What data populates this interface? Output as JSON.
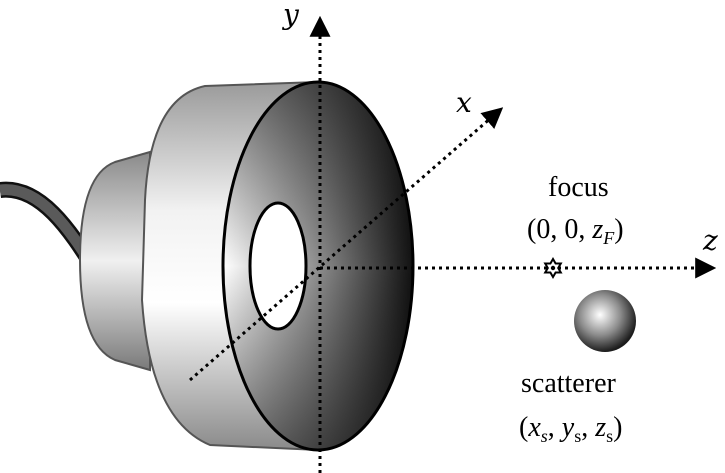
{
  "axes": {
    "x_label": "x",
    "y_label": "y",
    "z_label": "z"
  },
  "focus": {
    "label": "focus",
    "coord_prefix": "(0, 0, ",
    "coord_var": "z",
    "coord_sub": "F",
    "coord_suffix": ")"
  },
  "scatterer": {
    "label": "scatterer",
    "open": "(",
    "x_var": "x",
    "x_sub": "s",
    "comma1": ", ",
    "y_var": "y",
    "y_sub": "s",
    "comma2": ", ",
    "z_var": "z",
    "z_sub": "s",
    "close": ")"
  },
  "colors": {
    "ink": "#000000",
    "transducer_body": "#d4d4d4",
    "transducer_face_dark": "#1a1a1a",
    "cable": "#444444"
  },
  "icons": {
    "focus_marker": "star-marker",
    "scatterer_marker": "shaded-sphere"
  }
}
